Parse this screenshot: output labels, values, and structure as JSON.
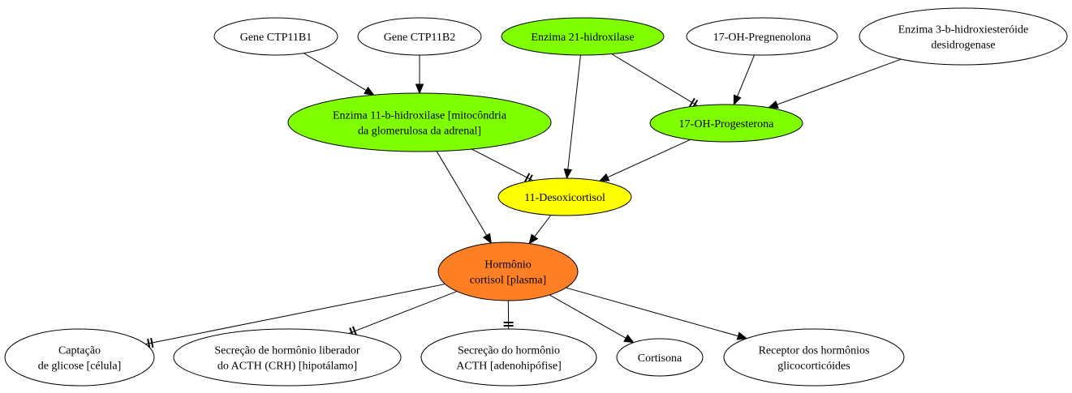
{
  "colors": {
    "white": "#ffffff",
    "green": "#7fff00",
    "yellow": "#ffff00",
    "orange": "#ff7f24"
  },
  "nodes": {
    "gene_ctp11b1": {
      "lines": [
        "Gene CTP11B1"
      ],
      "fill": "#ffffff"
    },
    "gene_ctp11b2": {
      "lines": [
        "Gene CTP11B2"
      ],
      "fill": "#ffffff"
    },
    "enzima_21": {
      "lines": [
        "Enzima 21-hidroxilase"
      ],
      "fill": "#7fff00"
    },
    "oh_pregnenolona": {
      "lines": [
        "17-OH-Pregnenolona"
      ],
      "fill": "#ffffff"
    },
    "enzima_3b": {
      "lines": [
        "Enzima 3-b-hidroxiesteróide",
        "desidrogenase"
      ],
      "fill": "#ffffff"
    },
    "enzima_11b": {
      "lines": [
        "Enzima 11-b-hidroxilase [mitocôndria",
        "da glomerulosa da adrenal]"
      ],
      "fill": "#7fff00"
    },
    "oh_progesterona": {
      "lines": [
        "17-OH-Progesterona"
      ],
      "fill": "#7fff00"
    },
    "desoxicortisol": {
      "lines": [
        "11-Desoxicortisol"
      ],
      "fill": "#ffff00"
    },
    "cortisol": {
      "lines": [
        "Hormônio",
        "cortisol [plasma]"
      ],
      "fill": "#ff7f24"
    },
    "captacao": {
      "lines": [
        "Captação",
        "de glicose [célula]"
      ],
      "fill": "#ffffff"
    },
    "crh": {
      "lines": [
        "Secreção de hormônio liberador",
        "do ACTH (CRH) [hipotálamo]"
      ],
      "fill": "#ffffff"
    },
    "acth": {
      "lines": [
        "Secreção do hormônio",
        "ACTH [adenohipófise]"
      ],
      "fill": "#ffffff"
    },
    "cortisona": {
      "lines": [
        "Cortisona"
      ],
      "fill": "#ffffff"
    },
    "receptor": {
      "lines": [
        "Receptor dos hormônios",
        "glicocorticóides"
      ],
      "fill": "#ffffff"
    }
  },
  "edges": [
    {
      "from": "gene_ctp11b1",
      "to": "enzima_11b",
      "type": "activation"
    },
    {
      "from": "gene_ctp11b2",
      "to": "enzima_11b",
      "type": "activation"
    },
    {
      "from": "enzima_21",
      "to": "desoxicortisol",
      "type": "activation"
    },
    {
      "from": "enzima_21",
      "to": "oh_progesterona",
      "type": "inhibition"
    },
    {
      "from": "oh_pregnenolona",
      "to": "oh_progesterona",
      "type": "activation"
    },
    {
      "from": "enzima_3b",
      "to": "oh_progesterona",
      "type": "activation"
    },
    {
      "from": "enzima_11b",
      "to": "desoxicortisol",
      "type": "inhibition"
    },
    {
      "from": "enzima_11b",
      "to": "cortisol",
      "type": "activation"
    },
    {
      "from": "oh_progesterona",
      "to": "desoxicortisol",
      "type": "activation"
    },
    {
      "from": "desoxicortisol",
      "to": "cortisol",
      "type": "activation"
    },
    {
      "from": "cortisol",
      "to": "captacao",
      "type": "inhibition"
    },
    {
      "from": "cortisol",
      "to": "crh",
      "type": "inhibition"
    },
    {
      "from": "cortisol",
      "to": "acth",
      "type": "inhibition"
    },
    {
      "from": "cortisol",
      "to": "cortisona",
      "type": "activation"
    },
    {
      "from": "cortisol",
      "to": "receptor",
      "type": "activation"
    }
  ]
}
